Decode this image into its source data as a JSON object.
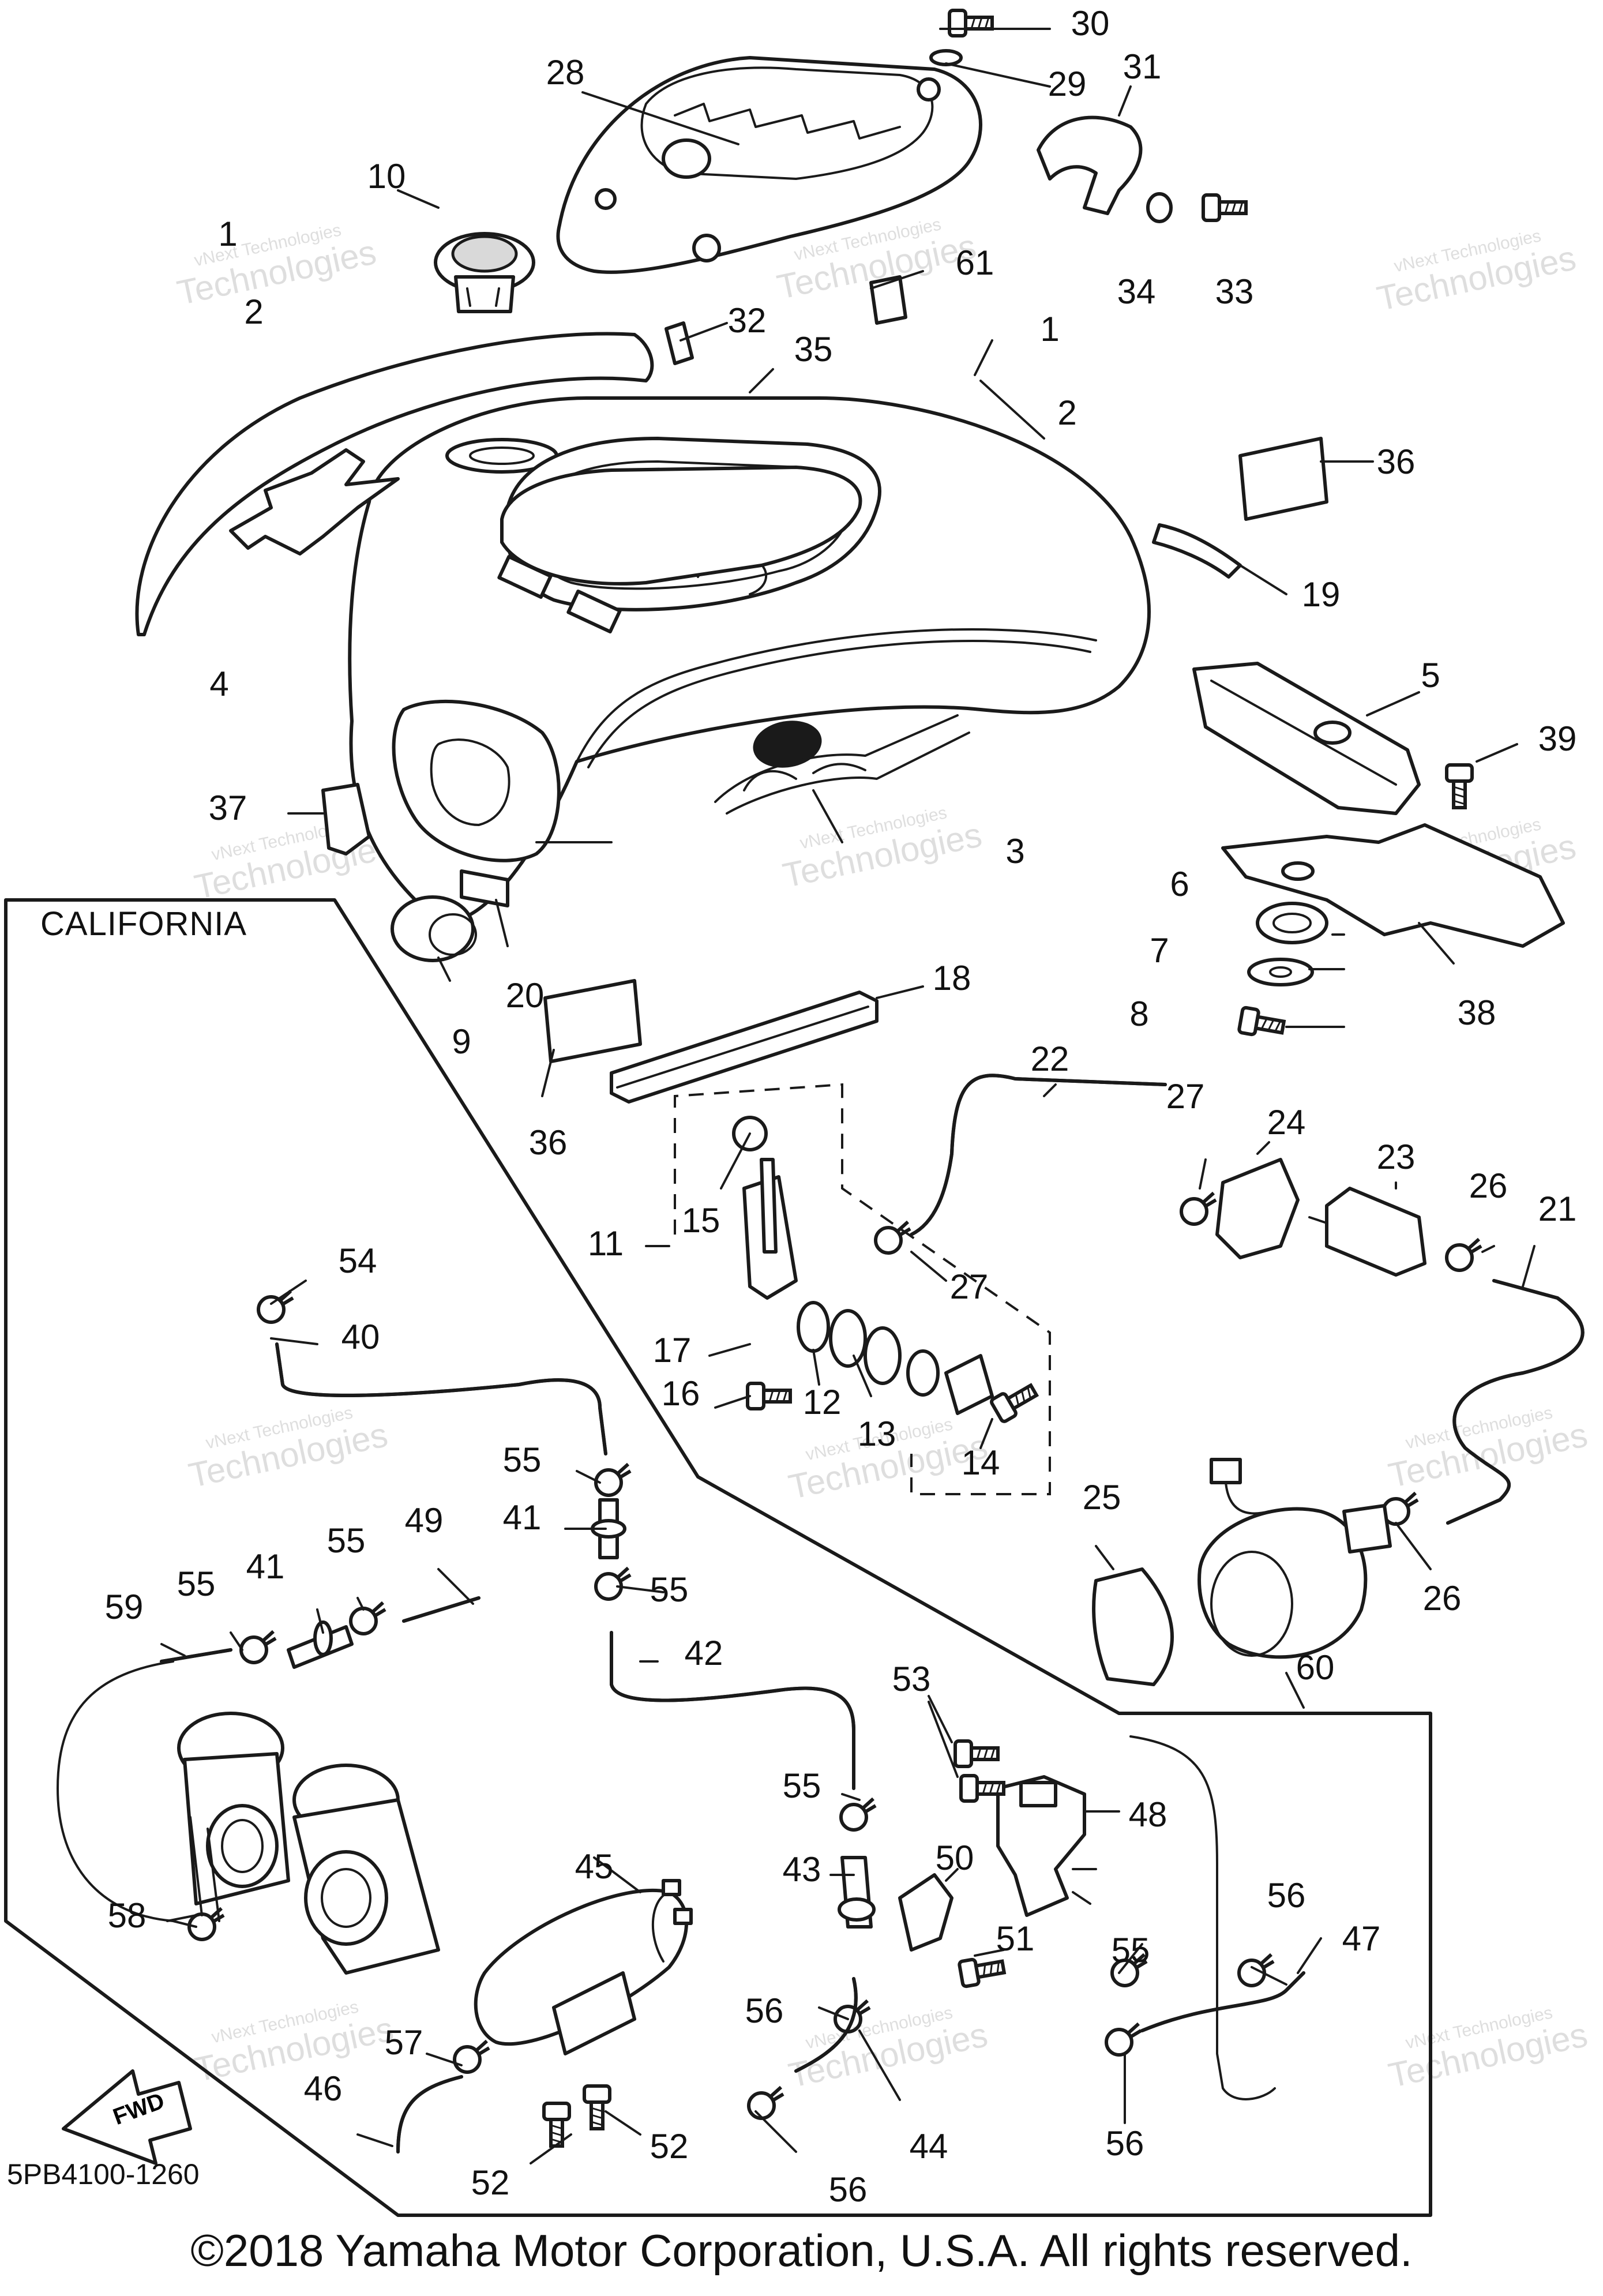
{
  "diagram": {
    "panel_label": "CALIFORNIA",
    "diagram_code": "5PB4100-1260",
    "copyright": "©2018 Yamaha Motor Corporation, U.S.A. All rights reserved.",
    "direction_label": "FWD",
    "watermark": {
      "line1": "vNext Technologies",
      "line2": "Technologies"
    },
    "callouts": [
      "1",
      "2",
      "3",
      "4",
      "5",
      "6",
      "7",
      "8",
      "9",
      "10",
      "11",
      "12",
      "13",
      "14",
      "15",
      "16",
      "17",
      "18",
      "19",
      "20",
      "21",
      "22",
      "23",
      "24",
      "25",
      "26",
      "27",
      "28",
      "29",
      "30",
      "31",
      "32",
      "33",
      "34",
      "35",
      "36",
      "37",
      "38",
      "39",
      "40",
      "41",
      "42",
      "43",
      "44",
      "45",
      "46",
      "47",
      "48",
      "49",
      "50",
      "51",
      "52",
      "53",
      "54",
      "55",
      "56",
      "57",
      "58",
      "59",
      "60",
      "61"
    ]
  }
}
